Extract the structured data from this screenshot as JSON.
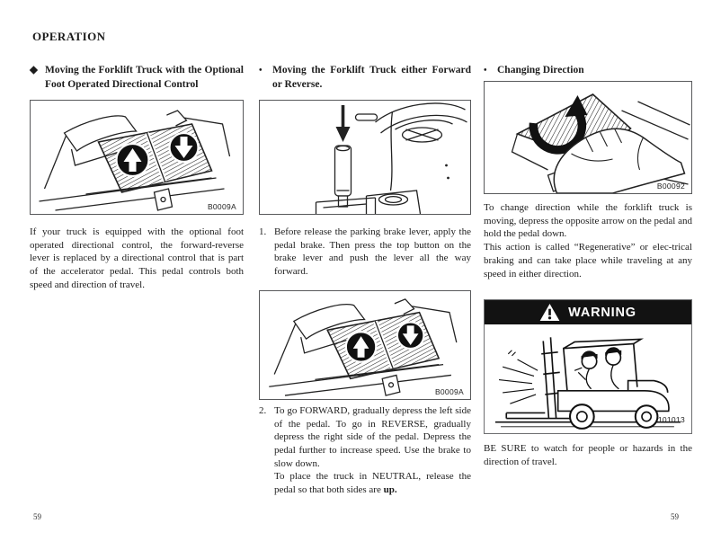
{
  "page": {
    "header": "OPERATION",
    "page_number_left": "59",
    "page_number_right": "59"
  },
  "left_column": {
    "bullet": "◆",
    "heading": "Moving the Forklift Truck with the Optional Foot Operated Directional Control",
    "figure": {
      "code": "B0009A"
    },
    "body": "If your truck is equipped with the optional foot operated directional control, the forward-reverse lever is replaced by a directional control that is part of the accelerator pedal.  This pedal controls both speed and direction of travel."
  },
  "middle_column": {
    "bullet": "•",
    "heading": "Moving the Forklift Truck either Forward or Reverse.",
    "steps": [
      {
        "number": "1.",
        "text": "Before release the parking brake lever, apply the pedal brake. Then press the top button on the brake lever and push the lever all the way forward."
      },
      {
        "number": "2.",
        "text": "To go FORWARD, gradually depress the left side of the pedal. To go in REVERSE, gradually depress the right side of the pedal. Depress the pedal further to increase speed. Use the brake to slow down.",
        "text2": "To place the truck in NEUTRAL, release the pedal so that both sides are ",
        "text2_bold": "up."
      }
    ],
    "figure2": {
      "code": "B0009A"
    }
  },
  "right_column": {
    "bullet": "•",
    "heading": "Changing Direction",
    "figure": {
      "code": "B00092"
    },
    "para1": "To change direction while the forklift truck is moving, depress the opposite arrow on the pedal and hold the pedal down.",
    "para2": "This action is called “Regenerative” or elec-trical braking and can take place while traveling at any speed in either direction.",
    "warning": {
      "title": "WARNING",
      "figure_code": "101013"
    },
    "caution_note": "BE SURE to watch for people or hazards in the direction of travel."
  }
}
